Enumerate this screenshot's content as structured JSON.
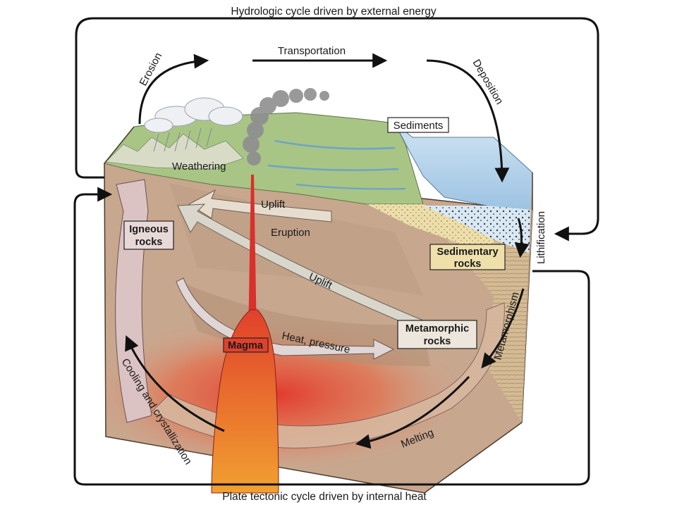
{
  "diagram": {
    "top_label": "Hydrologic cycle driven by external energy",
    "bottom_label": "Plate tectonic cycle driven by internal heat",
    "arrow_labels": {
      "erosion": "Erosion",
      "transportation": "Transportation",
      "deposition": "Deposition",
      "weathering": "Weathering",
      "uplift_upper": "Uplift",
      "eruption": "Eruption",
      "uplift_lower": "Uplift",
      "heat_pressure": "Heat, pressure",
      "lithification": "Lithification",
      "metamorphism": "Metamorphism",
      "melting": "Melting",
      "cooling": "Cooling and crystallization"
    },
    "boxes": {
      "sediments": "Sediments",
      "igneous_1": "Igneous",
      "igneous_2": "rocks",
      "sedimentary_1": "Sedimentary",
      "sedimentary_2": "rocks",
      "metamorphic_1": "Metamorphic",
      "metamorphic_2": "rocks",
      "magma": "Magma"
    },
    "colors": {
      "crust": "#c7a78e",
      "land_green": "#9fbf7a",
      "sea_blue": "#b9d7ec",
      "sand": "#efe0ab",
      "magma_red": "#d9302a",
      "arrow_pink": "#dcc3c3",
      "arrow_grey": "#d9d6cc"
    }
  }
}
